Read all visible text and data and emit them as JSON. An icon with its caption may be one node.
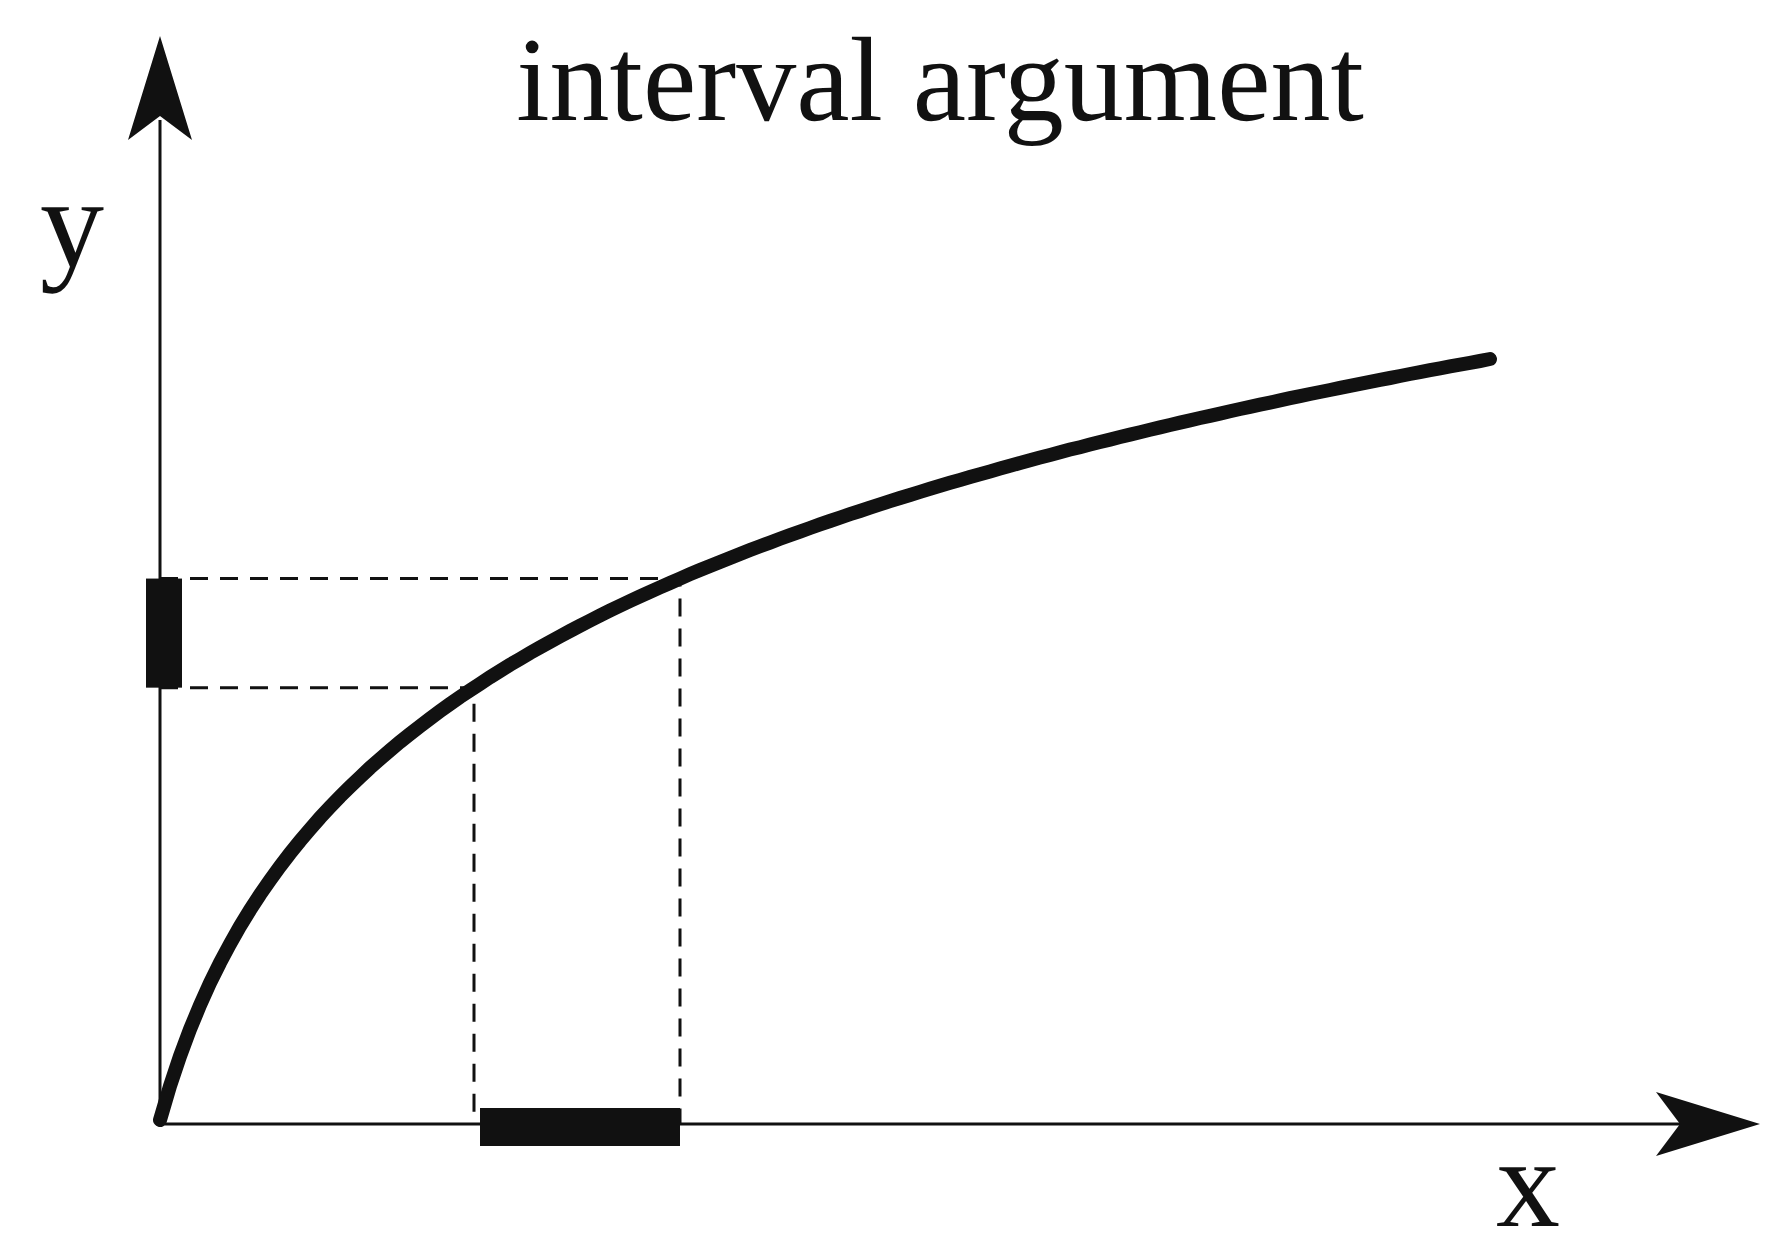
{
  "diagram": {
    "title": "interval argument",
    "labels": [
      "y",
      "x"
    ]
  }
}
